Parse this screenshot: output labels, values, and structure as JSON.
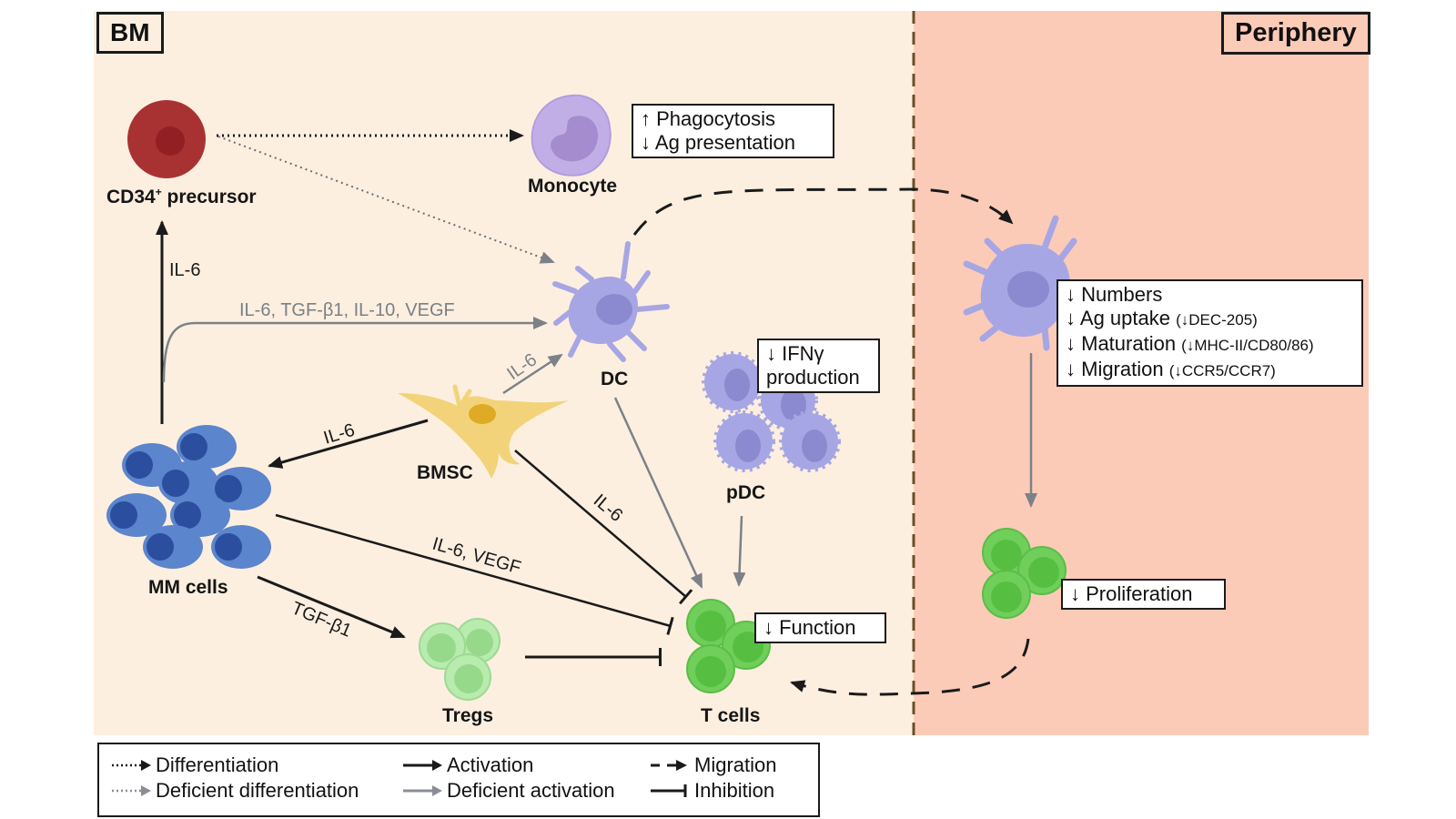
{
  "regions": {
    "bone_marrow": {
      "label": "BM",
      "color": "#fdefe0"
    },
    "periphery": {
      "label": "Periphery",
      "color": "#fccbb8"
    }
  },
  "cells": {
    "cd34_precursor": {
      "label": "CD34",
      "superscript": "+",
      "label_suffix": " precursor",
      "color": "#a83232"
    },
    "monocyte": {
      "label": "Monocyte",
      "color": "#c2aee6"
    },
    "dc": {
      "label": "DC",
      "color": "#a7a6e4"
    },
    "pdc": {
      "label": "pDC",
      "color": "#a7a6e4"
    },
    "bmsc": {
      "label": "BMSC",
      "color": "#f2d37a"
    },
    "mm_cells": {
      "label": "MM cells",
      "color": "#5b85cc"
    },
    "tregs": {
      "label": "Tregs",
      "color": "#b7ecae"
    },
    "t_cells": {
      "label": "T cells",
      "color": "#6fcf5a"
    },
    "peripheral_dc": {
      "label": "",
      "color": "#a7a6e4"
    },
    "peripheral_t_cells": {
      "label": "",
      "color": "#6fcf5a"
    }
  },
  "info_boxes": {
    "monocyte": [
      "↑ Phagocytosis",
      "↓ Ag presentation"
    ],
    "pdc": [
      "↓ IFNγ",
      "production"
    ],
    "t_cells": [
      "↓ Function"
    ],
    "peripheral_dc": [
      {
        "main": "↓ Numbers",
        "detail": ""
      },
      {
        "main": "↓ Ag uptake ",
        "detail": "(↓DEC-205)"
      },
      {
        "main": "↓ Maturation ",
        "detail": "(↓MHC-II/CD80/86)"
      },
      {
        "main": "↓ Migration ",
        "detail": "(↓CCR5/CCR7)"
      }
    ],
    "peripheral_t_cells": [
      "↓ Proliferation"
    ]
  },
  "edges": [
    {
      "from": "cd34_precursor",
      "to": "monocyte",
      "type": "differentiation",
      "label": ""
    },
    {
      "from": "cd34_precursor",
      "to": "dc",
      "type": "deficient_differentiation",
      "label": ""
    },
    {
      "from": "mm_cells",
      "to": "cd34_precursor",
      "type": "activation",
      "label": "IL-6"
    },
    {
      "from": "mm_cells",
      "to": "dc",
      "type": "deficient_activation",
      "label": "IL-6, TGF-β1, IL-10, VEGF"
    },
    {
      "from": "bmsc",
      "to": "dc",
      "type": "deficient_activation",
      "label": "IL-6"
    },
    {
      "from": "bmsc",
      "to": "mm_cells",
      "type": "activation",
      "label": "IL-6"
    },
    {
      "from": "bmsc",
      "to": "t_cells",
      "type": "inhibition",
      "label": "IL-6"
    },
    {
      "from": "mm_cells",
      "to": "t_cells",
      "type": "inhibition",
      "label": "IL-6, VEGF"
    },
    {
      "from": "mm_cells",
      "to": "tregs",
      "type": "activation",
      "label": "TGF-β1"
    },
    {
      "from": "tregs",
      "to": "t_cells",
      "type": "inhibition",
      "label": ""
    },
    {
      "from": "dc",
      "to": "t_cells",
      "type": "deficient_activation",
      "label": ""
    },
    {
      "from": "pdc",
      "to": "t_cells",
      "type": "deficient_activation",
      "label": ""
    },
    {
      "from": "dc",
      "to": "peripheral_dc",
      "type": "migration",
      "label": ""
    },
    {
      "from": "peripheral_dc",
      "to": "peripheral_t_cells",
      "type": "deficient_activation",
      "label": ""
    },
    {
      "from": "peripheral_t_cells",
      "to": "t_cells",
      "type": "migration",
      "label": ""
    }
  ],
  "legend": {
    "items": [
      {
        "key": "differentiation",
        "label": "Differentiation"
      },
      {
        "key": "deficient_differentiation",
        "label": "Deficient differentiation"
      },
      {
        "key": "activation",
        "label": "Activation"
      },
      {
        "key": "deficient_activation",
        "label": "Deficient activation"
      },
      {
        "key": "migration",
        "label": "Migration"
      },
      {
        "key": "inhibition",
        "label": "Inhibition"
      }
    ]
  },
  "colors": {
    "black_arrow": "#1a1a1a",
    "grey_arrow": "#7c8187",
    "boundary": "#6b4e2a"
  }
}
